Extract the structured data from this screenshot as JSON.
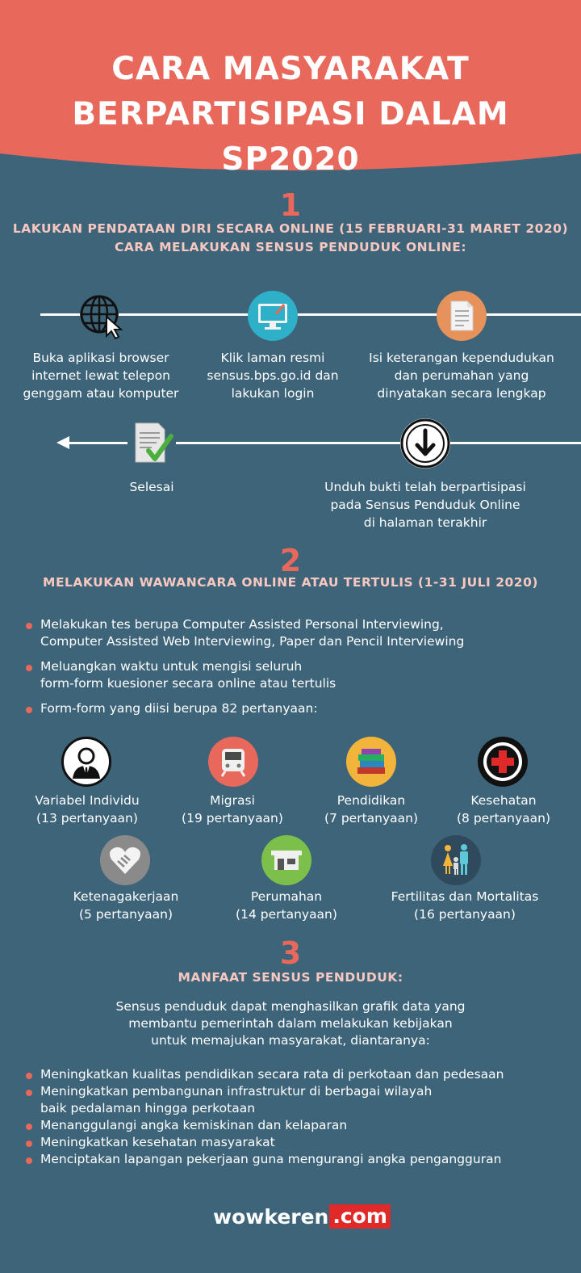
{
  "header": {
    "title_line1": "CARA MASYARAKAT",
    "title_line2": "BERPARTISIPASI DALAM SP2020"
  },
  "section1": {
    "number": "1",
    "heading_line1": "LAKUKAN PENDATAAN DIRI SECARA ONLINE (15 FEBRUARI-31 MARET 2020)",
    "heading_line2": "CARA MELAKUKAN SENSUS PENDUDUK ONLINE:",
    "steps": [
      {
        "icon": "globe-cursor-icon",
        "line1": "Buka aplikasi browser",
        "line2": "internet lewat telepon",
        "line3": "genggam atau komputer"
      },
      {
        "icon": "computer-monitor-icon",
        "line1": "Klik laman resmi",
        "line2": "sensus.bps.go.id dan",
        "line3": "lakukan login"
      },
      {
        "icon": "document-icon",
        "line1": "Isi keterangan kependudukan",
        "line2": "dan perumahan yang",
        "line3": "dinyatakan secara lengkap"
      },
      {
        "icon": "download-arrow-icon",
        "line1": "Unduh bukti telah berpartisipasi",
        "line2": "pada Sensus Penduduk Online",
        "line3": "di halaman terakhir"
      },
      {
        "icon": "document-checkmark-icon",
        "line1": "Selesai"
      }
    ]
  },
  "section2": {
    "number": "2",
    "heading": "MELAKUKAN WAWANCARA ONLINE ATAU TERTULIS (1-31 JULI 2020)",
    "bullets": [
      {
        "line1": "Melakukan tes berupa Computer Assisted Personal Interviewing,",
        "line2": "Computer Assisted Web Interviewing, Paper dan Pencil Interviewing"
      },
      {
        "line1": "Meluangkan waktu untuk mengisi seluruh",
        "line2": "form-form kuesioner secara online atau tertulis"
      },
      {
        "line1": "Form-form yang diisi berupa 82 pertanyaan:"
      }
    ],
    "categories": [
      {
        "icon": "person-suit-icon",
        "name": "Variabel Individu",
        "count": "(13 pertanyaan)"
      },
      {
        "icon": "train-icon",
        "name": "Migrasi",
        "count": "(19 pertanyaan)"
      },
      {
        "icon": "books-icon",
        "name": "Pendidikan",
        "count": "(7 pertanyaan)"
      },
      {
        "icon": "medical-cross-icon",
        "name": "Kesehatan",
        "count": "(8 pertanyaan)"
      },
      {
        "icon": "handshake-heart-icon",
        "name": "Ketenagakerjaan",
        "count": "(5 pertanyaan)"
      },
      {
        "icon": "house-icon",
        "name": "Perumahan",
        "count": "(14 pertanyaan)"
      },
      {
        "icon": "family-icon",
        "name": "Fertilitas dan Mortalitas",
        "count": "(16 pertanyaan)"
      }
    ]
  },
  "section3": {
    "number": "3",
    "heading": "MANFAAT SENSUS PENDUDUK:",
    "intro_line1": "Sensus penduduk dapat menghasilkan grafik data yang",
    "intro_line2": "membantu pemerintah dalam melakukan kebijakan",
    "intro_line3": "untuk memajukan masyarakat, diantaranya:",
    "bullets": [
      {
        "line1": "Meningkatkan kualitas pendidikan secara rata di perkotaan dan pedesaan"
      },
      {
        "line1": "Meningkatkan pembangunan infrastruktur di berbagai wilayah",
        "line2": "baik pedalaman hingga perkotaan"
      },
      {
        "line1": "Menanggulangi angka kemiskinan dan kelaparan"
      },
      {
        "line1": "Meningkatkan kesehatan masyarakat"
      },
      {
        "line1": "Menciptakan lapangan pekerjaan guna mengurangi angka pengangguran"
      }
    ]
  },
  "footer": {
    "logo_part1": "wowkeren",
    "logo_part2": ".com"
  },
  "colors": {
    "background": "#3e6479",
    "header": "#e8685b",
    "heading": "#f7c7c0",
    "bullet": "#e8685b"
  }
}
